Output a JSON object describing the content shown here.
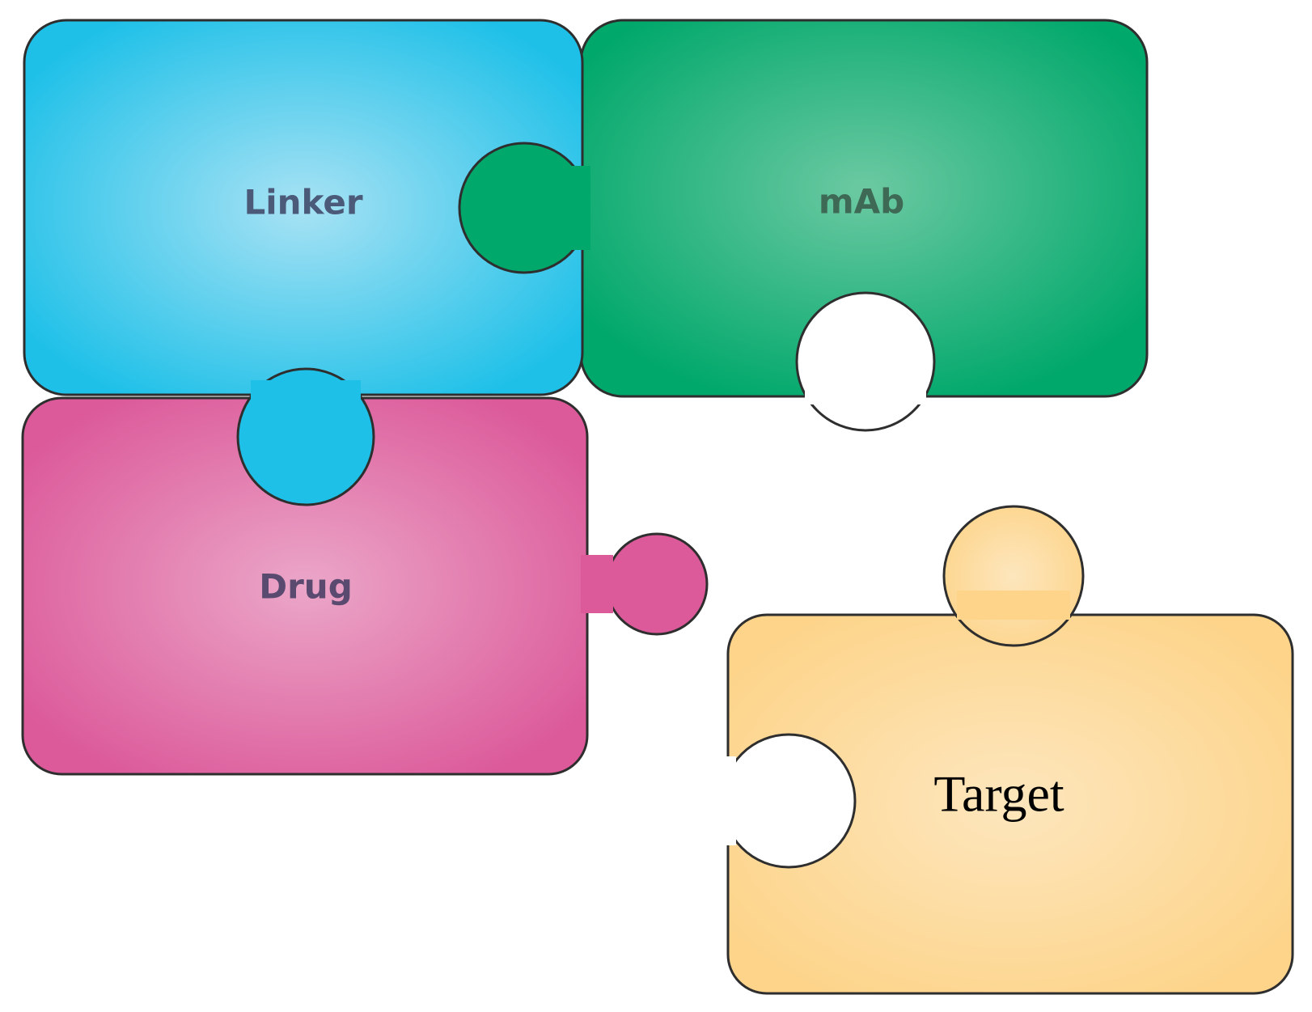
{
  "diagram": {
    "pieces": [
      {
        "id": "linker",
        "label": "Linker",
        "color": "#1ec0e8",
        "highlight": "#a8e2f4",
        "text_color": "#4a5a78"
      },
      {
        "id": "mab",
        "label": "mAb",
        "color": "#00a86b",
        "highlight": "#6cc9a2",
        "text_color": "#3e6a55"
      },
      {
        "id": "drug",
        "label": "Drug",
        "color": "#dc5a9a",
        "highlight": "#eba6c8",
        "text_color": "#5a4a70"
      },
      {
        "id": "target",
        "label": "Target",
        "color": "#fdd48a",
        "highlight": "#fde6bd",
        "text_color": "#000000"
      }
    ]
  }
}
